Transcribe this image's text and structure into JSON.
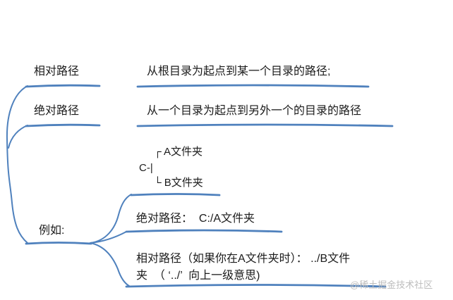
{
  "colors": {
    "line": "#4f81bd",
    "text": "#1c1c1c",
    "watermark": "#bdbdbd",
    "background": "#ffffff"
  },
  "nodes": {
    "relative_label": "相对路径",
    "relative_desc": "从根目录为起点到某一个目录的路径;",
    "absolute_label": "绝对路径",
    "absolute_desc": "从一个目录为起点到另外一个的目录的路径",
    "tree_top": "┌ A文件夹",
    "tree_root": "C-|",
    "tree_bottom": "└ B文件夹",
    "example_label": "例如:",
    "example_absolute": "绝对路径：  C:/A文件夹",
    "example_relative_line1": "相对路径（如果你在A文件夹时）： ../B文件",
    "example_relative_line2": "夹  （ ‘../’  向上一级意思)"
  },
  "watermark": "@稀土掘金技术社区"
}
